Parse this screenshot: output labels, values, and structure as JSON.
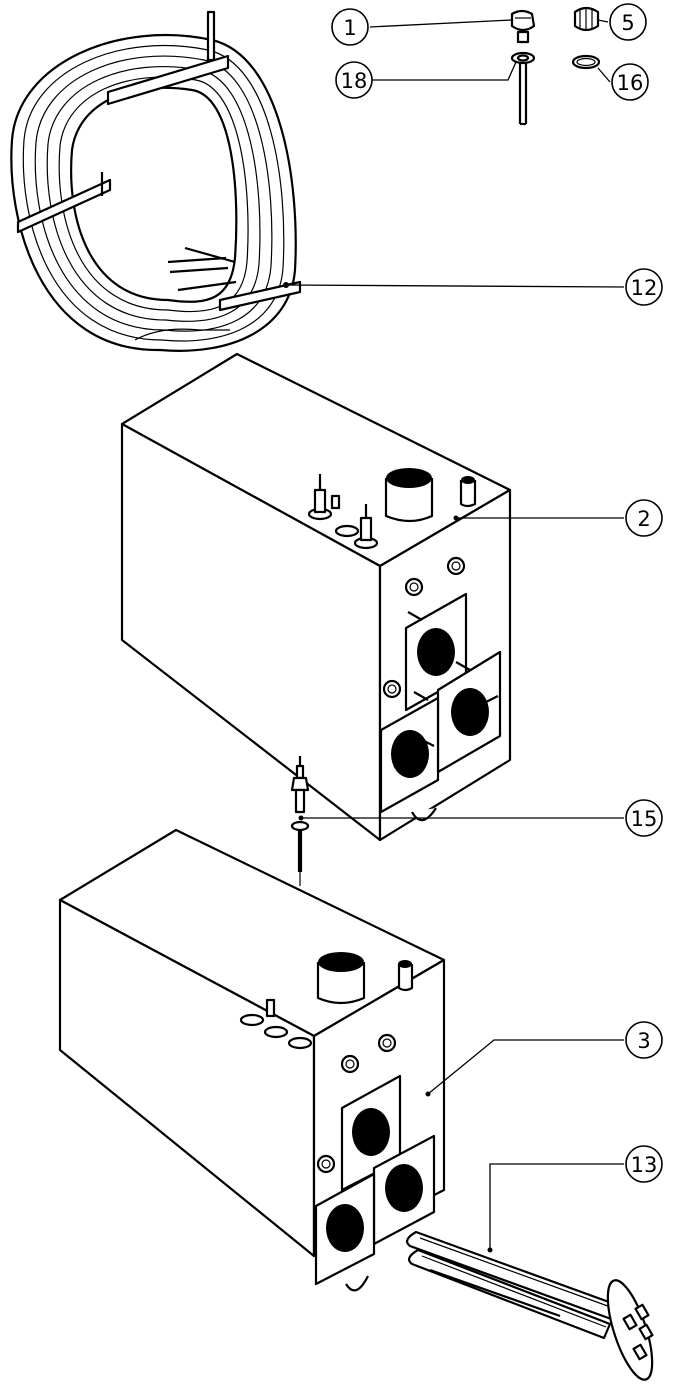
{
  "parts": [
    {
      "id": "callout-1",
      "label": "1"
    },
    {
      "id": "callout-5",
      "label": "5"
    },
    {
      "id": "callout-18",
      "label": "18"
    },
    {
      "id": "callout-16",
      "label": "16"
    },
    {
      "id": "callout-12",
      "label": "12"
    },
    {
      "id": "callout-2",
      "label": "2"
    },
    {
      "id": "callout-15",
      "label": "15"
    },
    {
      "id": "callout-3",
      "label": "3"
    },
    {
      "id": "callout-13",
      "label": "13"
    }
  ]
}
